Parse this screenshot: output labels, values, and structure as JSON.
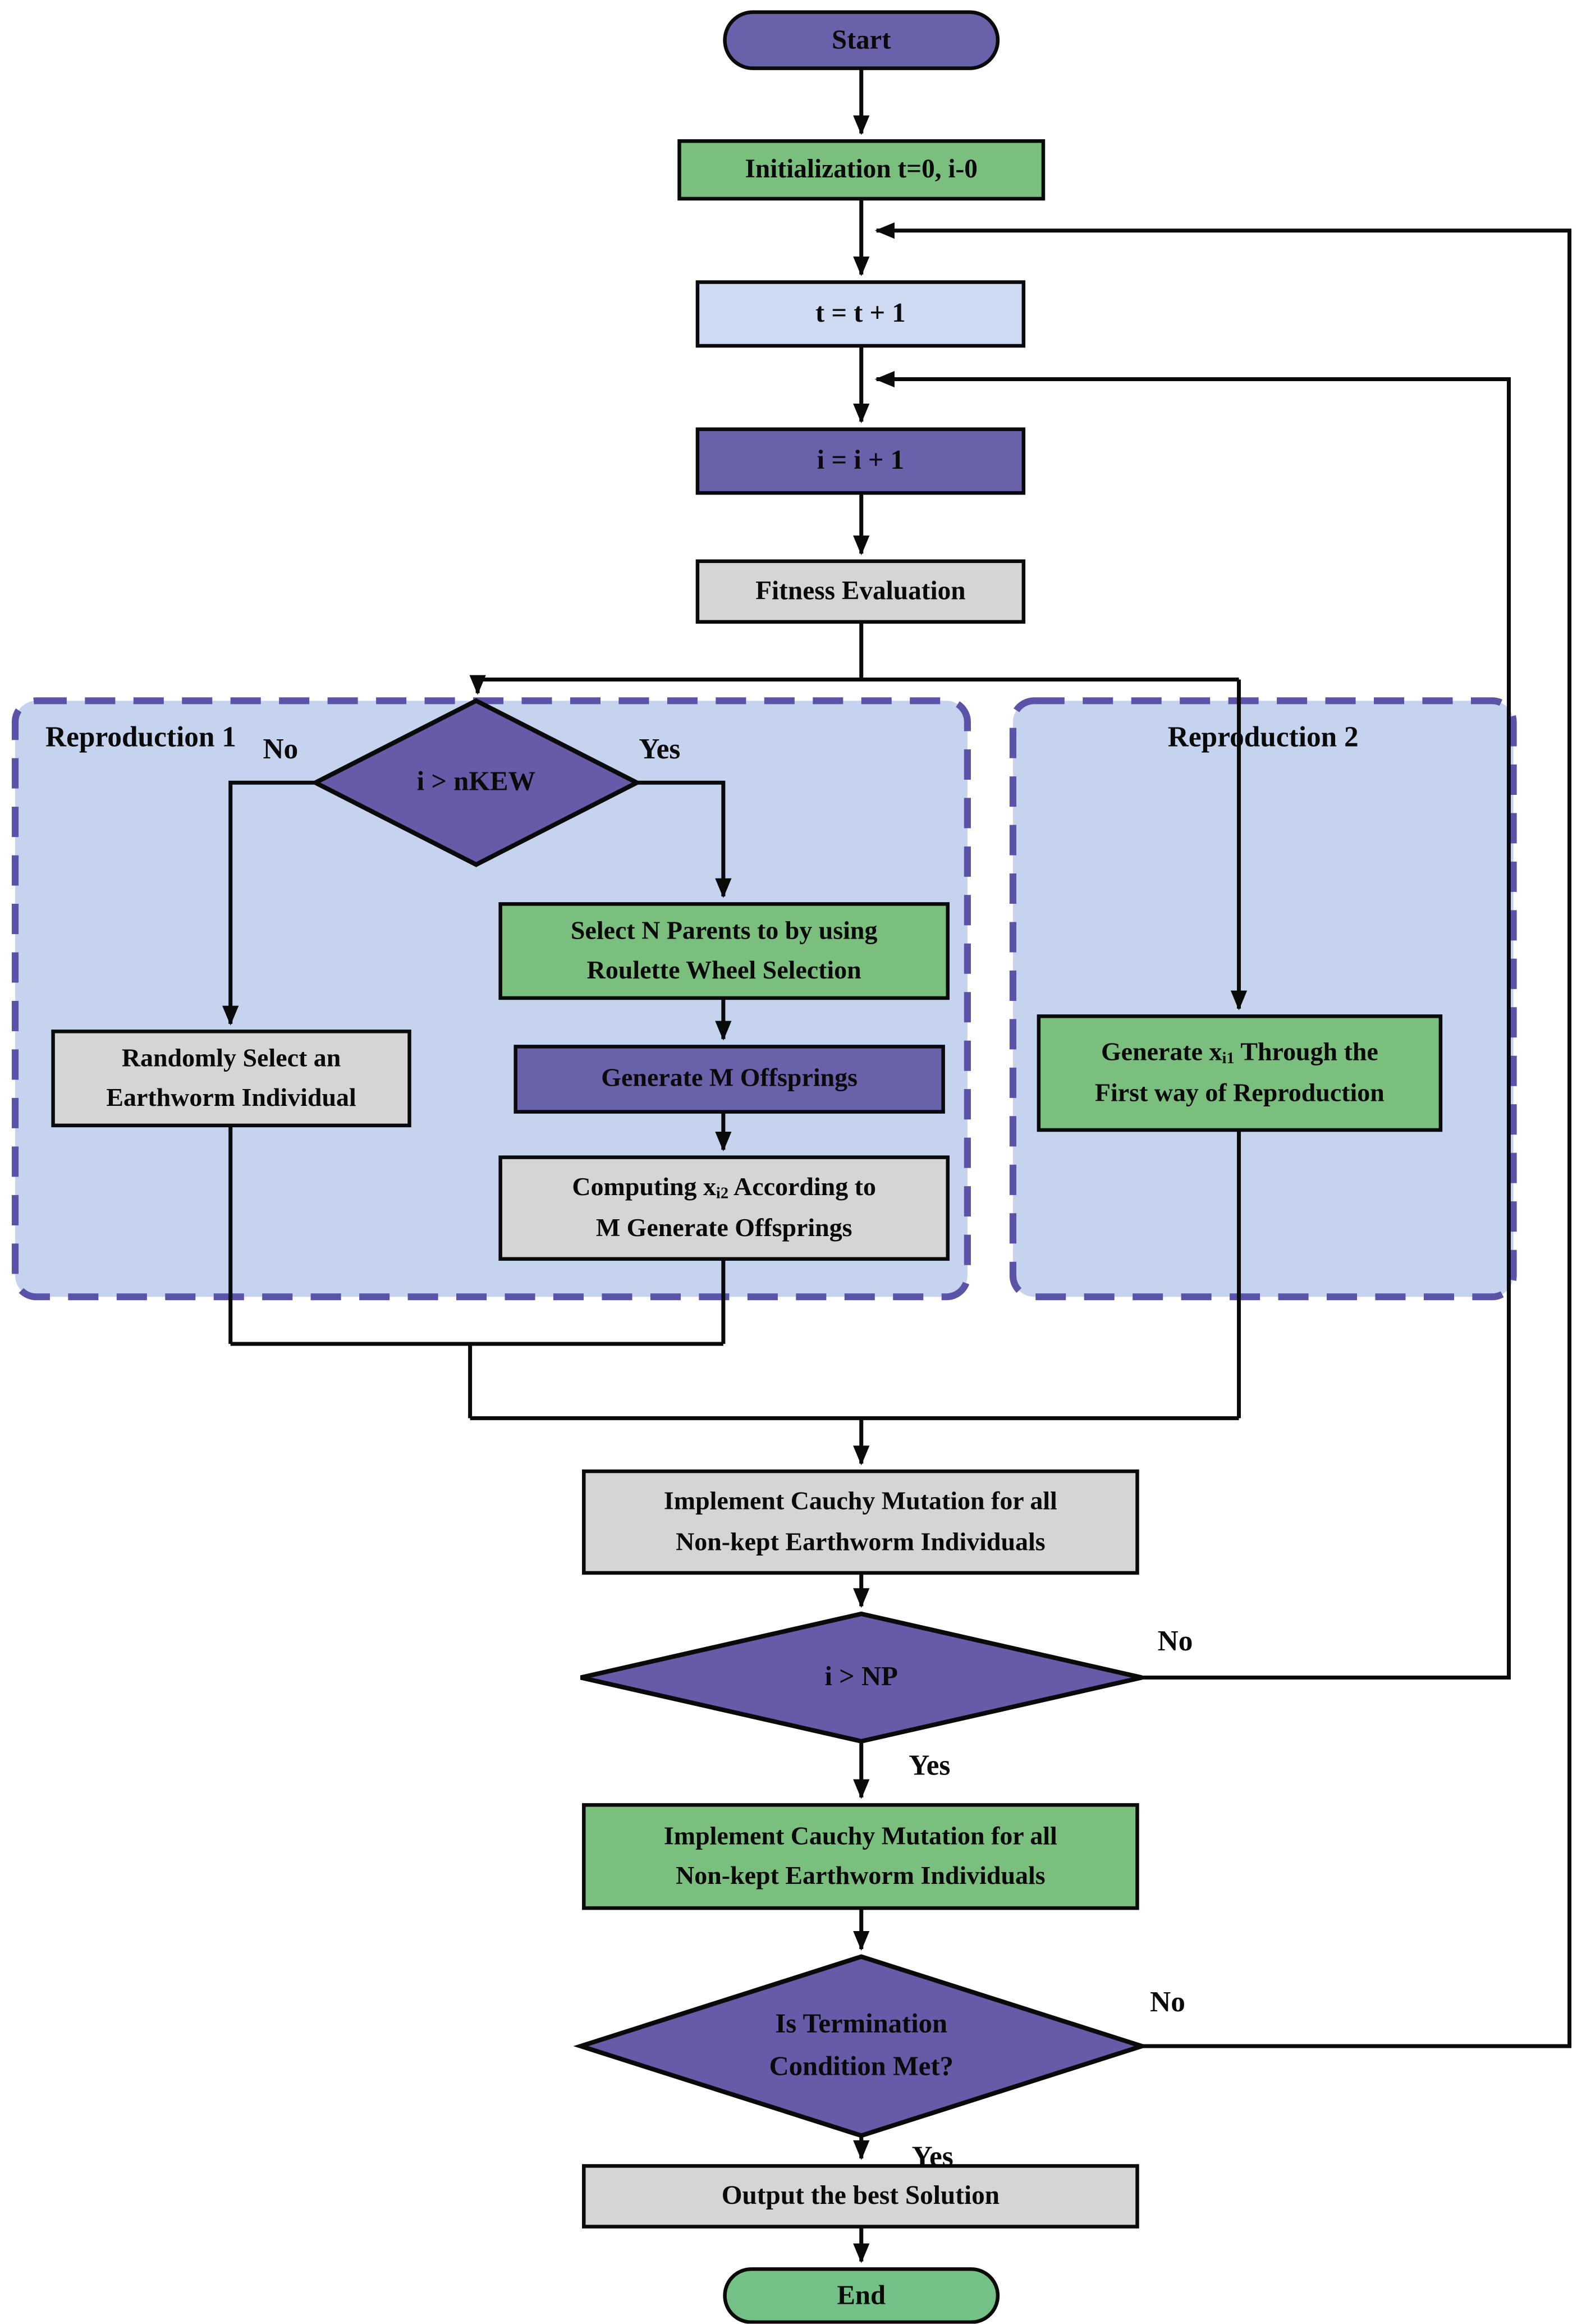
{
  "colors": {
    "purple_box": "#6A61AB",
    "purple_diamond": "#665BA8",
    "green": "#7BBF7E",
    "end_green": "#73C186",
    "light_blue": "#CDDAF2",
    "gray": "#D5D5D7",
    "region_fill": "#C5D3EE",
    "region_border": "#5A53A8",
    "line": "#0A0A0A"
  },
  "labels": {
    "yes": "Yes",
    "no": "No"
  },
  "containers": {
    "rep1": "Reproduction 1",
    "rep2": "Reproduction 2"
  },
  "nodes": {
    "start": "Start",
    "init": "Initialization t=0, i-0",
    "t_inc": "t = t + 1",
    "i_inc": "i = i + 1",
    "fitness": "Fitness Evaluation",
    "nkew_decision": "i > nKEW",
    "random_select": {
      "line1": "Randomly Select an",
      "line2": "Earthworm Individual"
    },
    "select_parents": {
      "line1": "Select N Parents to by using",
      "line2": "Roulette Wheel Selection"
    },
    "generate_m": "Generate M Offsprings",
    "computing_xi2": {
      "l1_pre": "Computing x",
      "l1_sub": "i2",
      "l1_post": " According to",
      "line2": "M Generate Offsprings"
    },
    "generate_xi1": {
      "l1_pre": "Generate x",
      "l1_sub": "i1",
      "l1_post": " Through the",
      "line2": "First way of Reproduction"
    },
    "cauchy_gray": {
      "line1": "Implement Cauchy Mutation for all",
      "line2": "Non-kept Earthworm Individuals"
    },
    "np_decision": "i > NP",
    "cauchy_green": {
      "line1": "Implement Cauchy Mutation for all",
      "line2": "Non-kept Earthworm Individuals"
    },
    "termination": {
      "line1": "Is Termination",
      "line2": "Condition Met?"
    },
    "output": "Output the best Solution",
    "end": "End"
  }
}
